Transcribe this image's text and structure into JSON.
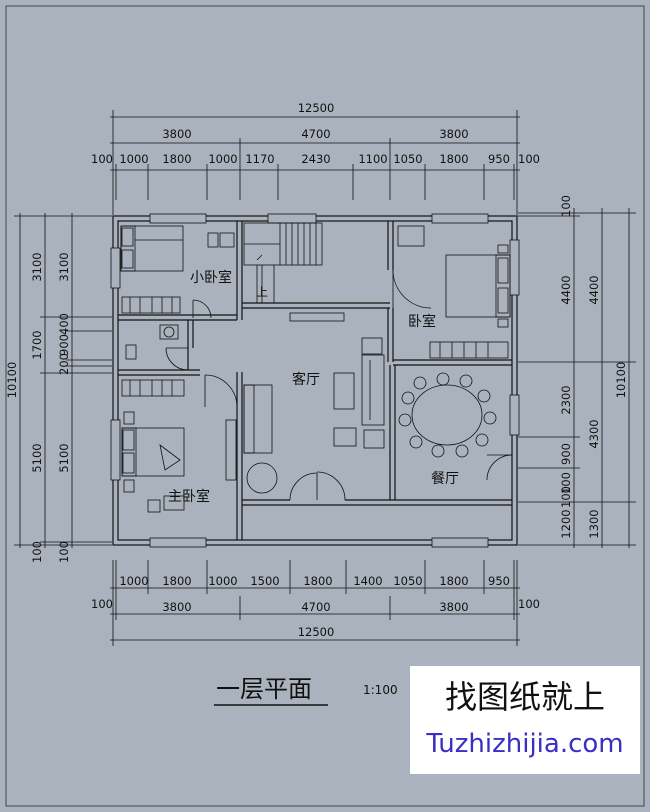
{
  "colors": {
    "background": "#aab3bd",
    "line": "#111111",
    "wall": "#ffffff",
    "watermark_blue": "#3a2fc4"
  },
  "dims": {
    "top_total": "12500",
    "top_mid": [
      "3800",
      "4700",
      "3800"
    ],
    "top_detail": [
      "100",
      "1000",
      "1800",
      "1000",
      "1170",
      "2430",
      "1100",
      "1050",
      "1800",
      "950",
      "100"
    ],
    "bottom_detail": [
      "1000",
      "1800",
      "1000",
      "1500",
      "1800",
      "1400",
      "1050",
      "1800",
      "950"
    ],
    "bottom_mid": [
      "100",
      "3800",
      "4700",
      "3800",
      "100"
    ],
    "bottom_total": "12500",
    "left_outer": "10100",
    "left_mid": [
      "3100",
      "1700",
      "5100",
      "100"
    ],
    "left_inner": [
      "3100",
      "400",
      "900",
      "200",
      "5100",
      "100"
    ],
    "right_inner": [
      "100",
      "4400",
      "2300",
      "900",
      "100",
      "100",
      "1200"
    ],
    "right_mid": [
      "4400",
      "4300",
      "1300"
    ],
    "right_outer": "10100"
  },
  "rooms": {
    "small_bedroom": "小卧室",
    "bedroom": "卧室",
    "living_room": "客厅",
    "master_bedroom": "主卧室",
    "dining_room": "餐厅",
    "stair_up": "上"
  },
  "footer": {
    "title": "一层平面",
    "scale": "1:100"
  },
  "watermark": {
    "line1": "找图纸就上",
    "line2": "Tuzhizhijia.com"
  }
}
